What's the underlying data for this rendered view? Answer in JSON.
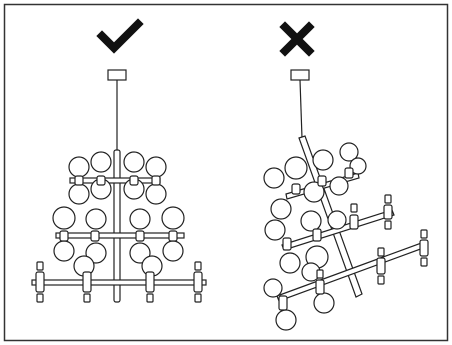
{
  "diagram": {
    "panels": [
      {
        "id": "correct",
        "mark_icon": "checkmark-icon",
        "mark_color": "#111111",
        "fixture_state": "level"
      },
      {
        "id": "incorrect",
        "mark_icon": "cross-icon",
        "mark_color": "#111111",
        "fixture_state": "tilted"
      }
    ],
    "colors": {
      "line": "#222222",
      "background": "#ffffff",
      "border": "#333333"
    }
  }
}
